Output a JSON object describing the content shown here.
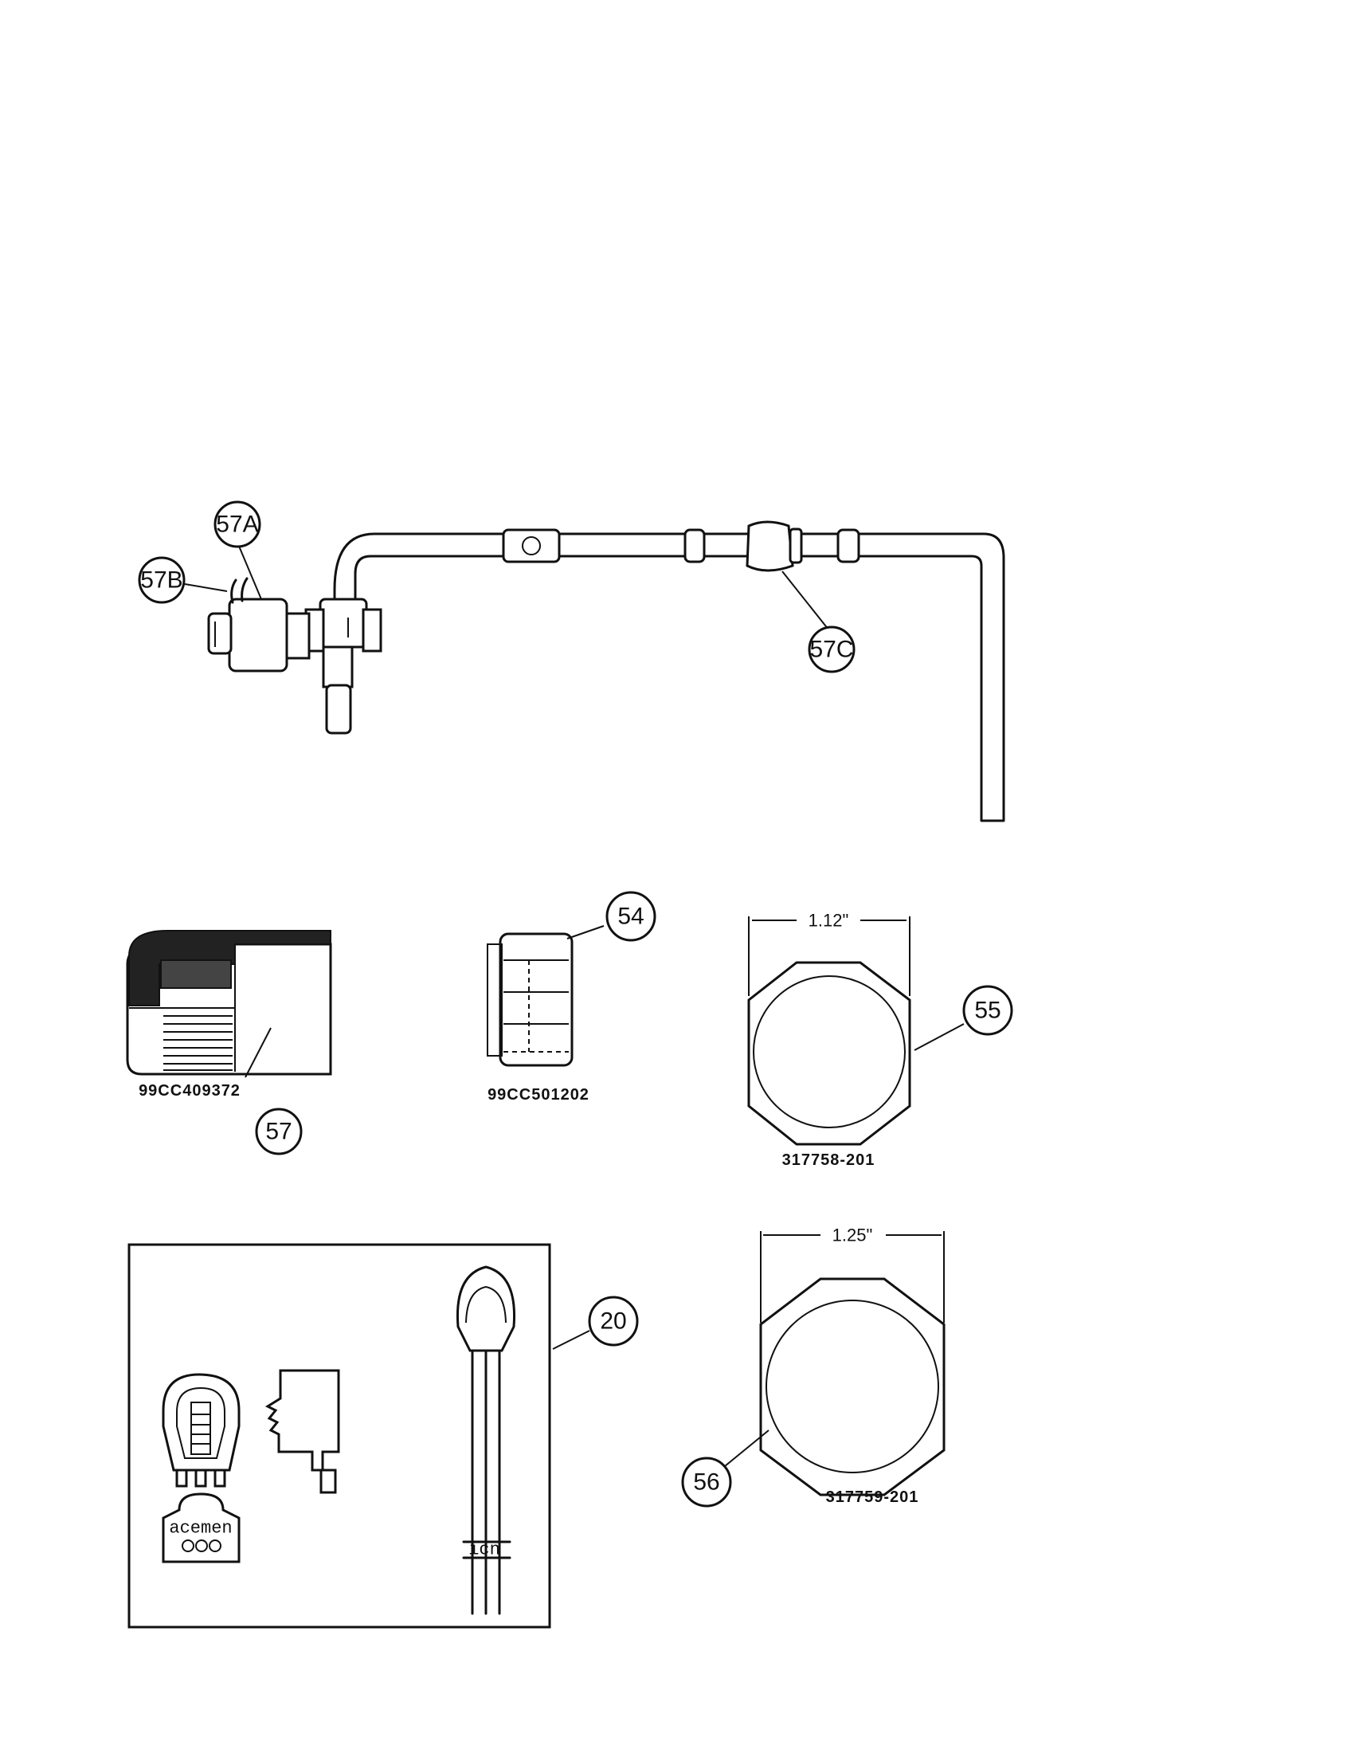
{
  "callouts": {
    "c57A": "57A",
    "c57B": "57B",
    "c57C": "57C",
    "c54": "54",
    "c55": "55",
    "c56": "56",
    "c57": "57",
    "c20": "20"
  },
  "part_numbers": {
    "p57": "99CC409372",
    "p54": "99CC501202",
    "p55": "317758-201",
    "p56": "317759-201"
  },
  "dimensions": {
    "d55": "1.12\"",
    "d56": "1.25\""
  },
  "fragments": {
    "f1": "acemen",
    "f2": "icn"
  }
}
